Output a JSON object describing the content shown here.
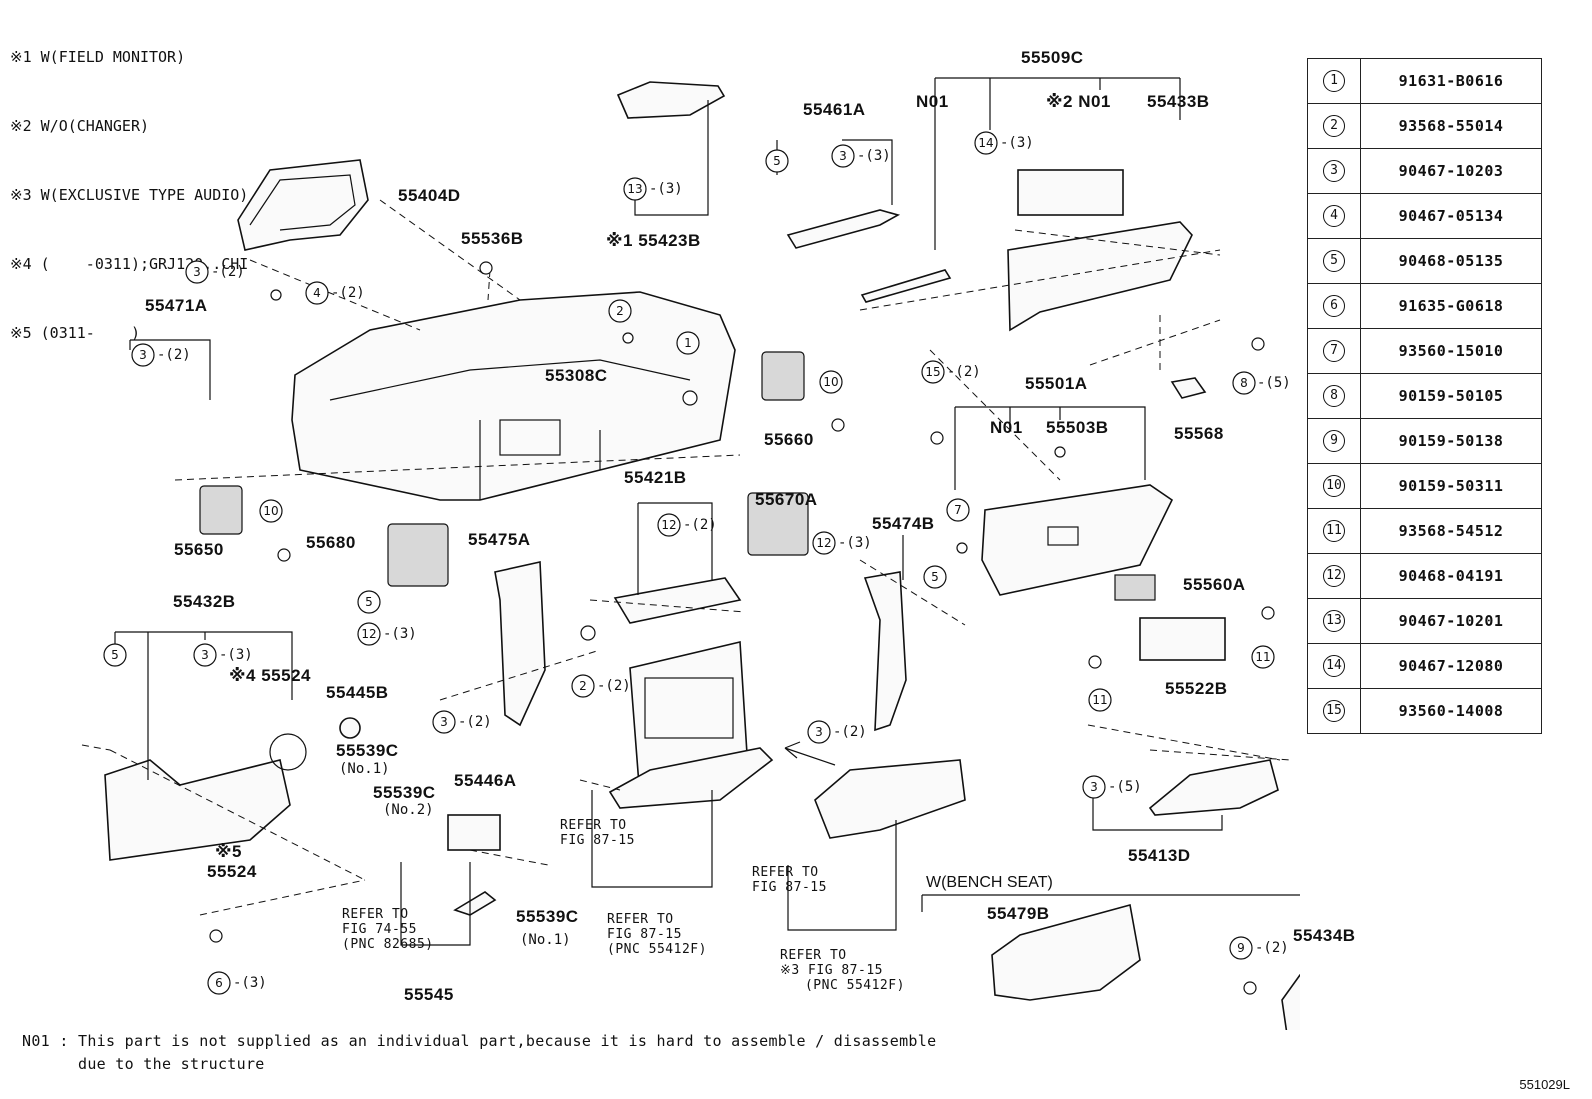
{
  "legend": [
    "※1 W(FIELD MONITOR)",
    "※2 W/O(CHANGER)",
    "※3 W(EXCLUSIVE TYPE AUDIO)",
    "※4 (    -0311);GRJ120..CHI",
    "※5 (0311-    )"
  ],
  "parts_table": [
    {
      "ref": "1",
      "part_no": "91631-B0616"
    },
    {
      "ref": "2",
      "part_no": "93568-55014"
    },
    {
      "ref": "3",
      "part_no": "90467-10203"
    },
    {
      "ref": "4",
      "part_no": "90467-05134"
    },
    {
      "ref": "5",
      "part_no": "90468-05135"
    },
    {
      "ref": "6",
      "part_no": "91635-G0618"
    },
    {
      "ref": "7",
      "part_no": "93560-15010"
    },
    {
      "ref": "8",
      "part_no": "90159-50105"
    },
    {
      "ref": "9",
      "part_no": "90159-50138"
    },
    {
      "ref": "10",
      "part_no": "90159-50311"
    },
    {
      "ref": "11",
      "part_no": "93568-54512"
    },
    {
      "ref": "12",
      "part_no": "90468-04191"
    },
    {
      "ref": "13",
      "part_no": "90467-10201"
    },
    {
      "ref": "14",
      "part_no": "90467-12080"
    },
    {
      "ref": "15",
      "part_no": "93560-14008"
    }
  ],
  "labels": {
    "p55509C": "55509C",
    "n01a": "N01",
    "n01b": "※2 N01",
    "p55433B": "55433B",
    "p55461A": "55461A",
    "p55423B": "※1 55423B",
    "p55404D": "55404D",
    "p55536B": "55536B",
    "p55471A": "55471A",
    "p55308C": "55308C",
    "p55660": "55660",
    "p55568": "55568",
    "p55501A": "55501A",
    "n01c": "N01",
    "p55503B": "55503B",
    "p55650": "55650",
    "p55680": "55680",
    "p55475A": "55475A",
    "p55421B": "55421B",
    "p55670A": "55670A",
    "p55474B": "55474B",
    "p55560A": "55560A",
    "p55432B": "55432B",
    "p55524a": "※4 55524",
    "p55445B": "55445B",
    "p55539Ca": "55539C",
    "no1a": "(No.1)",
    "p55539Cb": "55539C",
    "no2": "(No.2)",
    "p55446A": "55446A",
    "p55522B": "55522B",
    "p55524b": "55524",
    "ast5": "※5",
    "p55413D": "55413D",
    "p55539Cc": "55539C",
    "no1b": "(No.1)",
    "p55545": "55545",
    "p55479B": "55479B",
    "p55434B": "55434B",
    "bench": "W(BENCH SEAT)"
  },
  "qty": {
    "q14": "-(3)",
    "q3a": "-(3)",
    "q13": "-(3)",
    "q3b": "-(2)",
    "q4": "-(2)",
    "q3c": "-(2)",
    "q15": "-(2)",
    "q8": "-(5)",
    "q12a": "-(2)",
    "q12b": "-(3)",
    "q12c": "-(3)",
    "q3d": "-(3)",
    "q3e": "-(2)",
    "q2": "-(2)",
    "q3f": "-(2)",
    "q3g": "-(5)",
    "q6": "-(3)",
    "q9": "-(2)"
  },
  "refer": {
    "r1": "REFER TO\nFIG 87-15",
    "r2": "REFER TO\nFIG 87-15",
    "r3": "REFER TO\nFIG 74-55\n(PNC 82685)",
    "r4": "REFER TO\nFIG 87-15\n(PNC 55412F)",
    "r5": "REFER TO\n※3 FIG 87-15\n   (PNC 55412F)"
  },
  "footer": "N01 : This part is not supplied as an individual part,because it is hard to assemble / disassemble\n      due to the structure",
  "figure_id": "551029L"
}
